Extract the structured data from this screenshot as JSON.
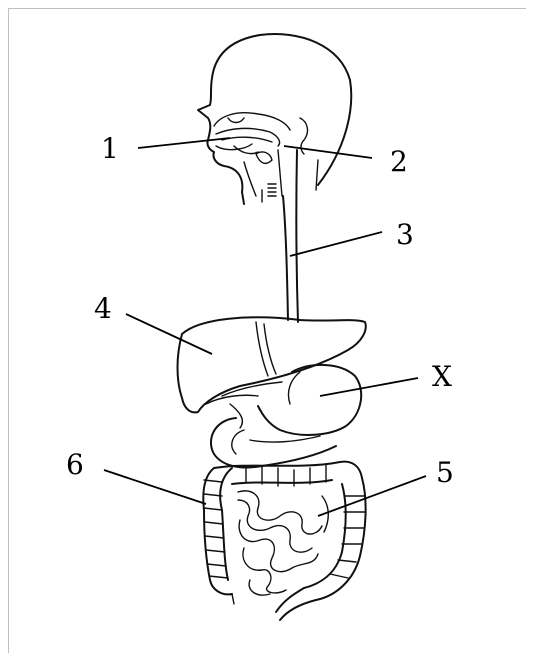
{
  "labels": {
    "l1": "1",
    "l2": "2",
    "l3": "3",
    "l4": "4",
    "lx": "X",
    "l5": "5",
    "l6": "6"
  }
}
